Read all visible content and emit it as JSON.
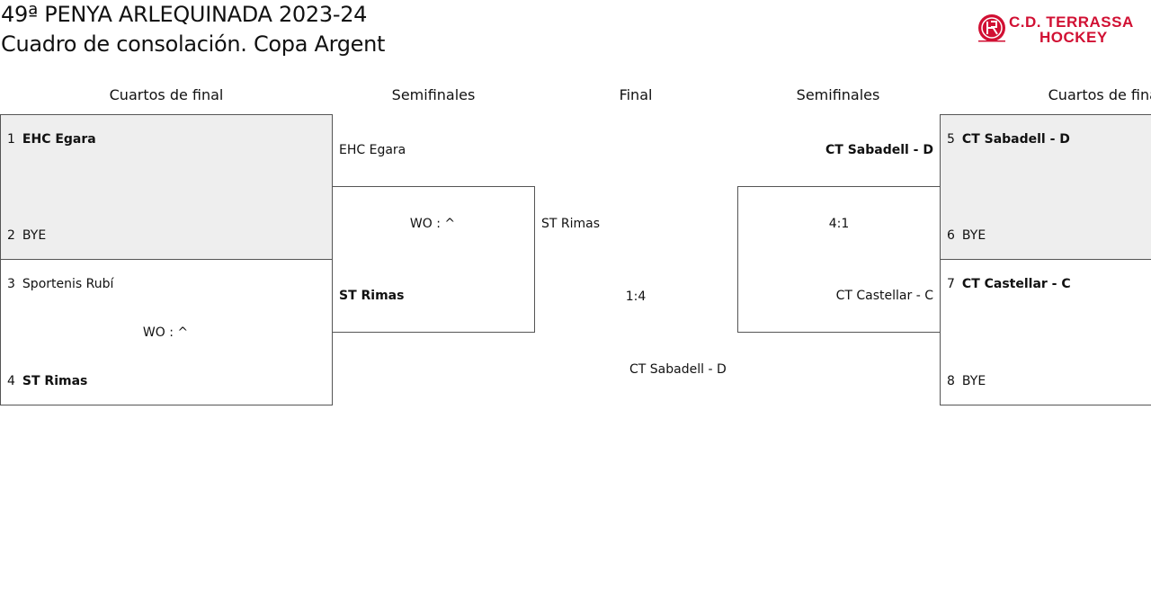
{
  "header": {
    "title_line1": "49ª PENYA ARLEQUINADA 2023-24",
    "title_line2": "Cuadro de consolación. Copa Argent"
  },
  "logo": {
    "name_line1": "C.D. TERRASSA",
    "name_line2": "HOCKEY",
    "color": "#d11033"
  },
  "columns": {
    "qf_left": "Cuartos de final",
    "sf_left": "Semifinales",
    "final": "Final",
    "sf_right": "Semifinales",
    "qf_right": "Cuartos de final"
  },
  "left": {
    "qf1": {
      "seed_a": "1",
      "team_a": "EHC Egara",
      "seed_b": "2",
      "team_b": "BYE"
    },
    "qf2": {
      "seed_a": "3",
      "team_a": "Sportenis Rubí",
      "score": "WO : ^",
      "seed_b": "4",
      "team_b": "ST Rimas"
    },
    "sf": {
      "team_a": "EHC Egara",
      "score": "WO : ^",
      "team_b": "ST Rimas"
    }
  },
  "final": {
    "team_a": "ST Rimas",
    "score": "1:4",
    "team_b": "CT Sabadell - D"
  },
  "right": {
    "sf": {
      "team_a": "CT Sabadell - D",
      "score": "4:1",
      "team_b": "CT Castellar - C"
    },
    "qf1": {
      "seed_a": "5",
      "team_a": "CT Sabadell - D",
      "seed_b": "6",
      "team_b": "BYE"
    },
    "qf2": {
      "seed_a": "7",
      "team_a": "CT Castellar - C",
      "seed_b": "8",
      "team_b": "BYE"
    }
  },
  "colors": {
    "bye_box_bg": "#eeeeee",
    "border": "#555555"
  }
}
